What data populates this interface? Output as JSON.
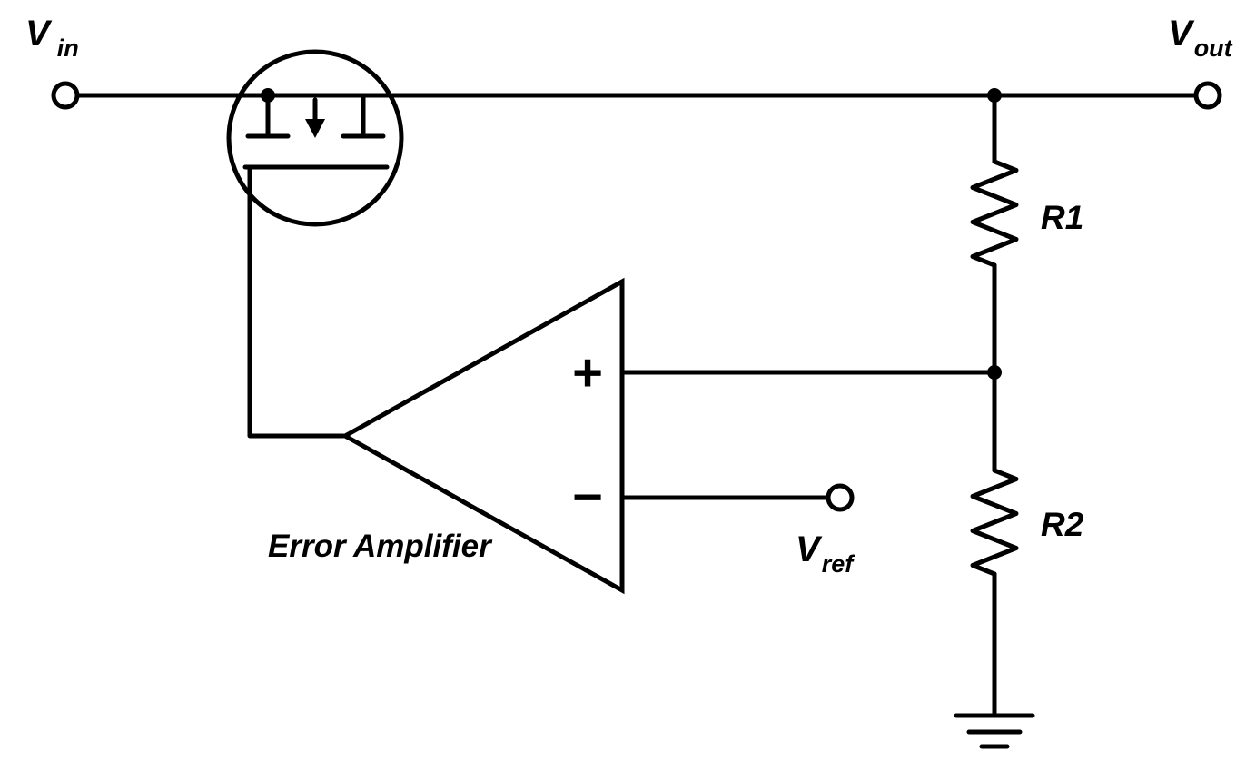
{
  "diagram": {
    "type": "circuit-schematic",
    "description": "Low-dropout linear voltage regulator: PMOS pass transistor, error amplifier, feedback resistor divider R1/R2 to ground, reference input Vref",
    "colors": {
      "stroke": "#000000",
      "background": "#ffffff"
    },
    "labels": {
      "vin": {
        "main": "V",
        "sub": "in"
      },
      "vout": {
        "main": "V",
        "sub": "out"
      },
      "vref": {
        "main": "V",
        "sub": "ref"
      },
      "r1": "R1",
      "r2": "R2",
      "error_amplifier": "Error Amplifier",
      "opamp_plus": "+",
      "opamp_minus": "−"
    }
  }
}
